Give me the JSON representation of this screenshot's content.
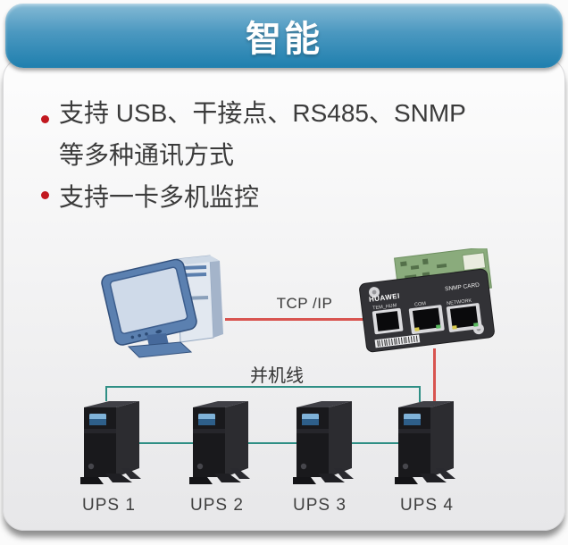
{
  "header": {
    "title": "智能"
  },
  "bullets": {
    "item1_line1": "支持 USB、干接点、RS485、SNMP",
    "item1_line2": "等多种通讯方式",
    "item2": "支持一卡多机监控"
  },
  "diagram": {
    "tcp_label": "TCP /IP",
    "parallel_label": "并机线",
    "snmp_card": {
      "brand": "HUAWEI",
      "name": "SNMP CARD",
      "port1": "TEM_HUM",
      "port2": "COM",
      "port3": "NETWORK"
    },
    "ups_units": [
      "UPS 1",
      "UPS 2",
      "UPS 3",
      "UPS 4"
    ],
    "colors": {
      "banner_blue_top": "#85bad5",
      "banner_blue_bottom": "#1f7fae",
      "bullet_red": "#c2181f",
      "tcp_line_red": "#d85450",
      "parallel_line_teal": "#2f8f85"
    }
  }
}
